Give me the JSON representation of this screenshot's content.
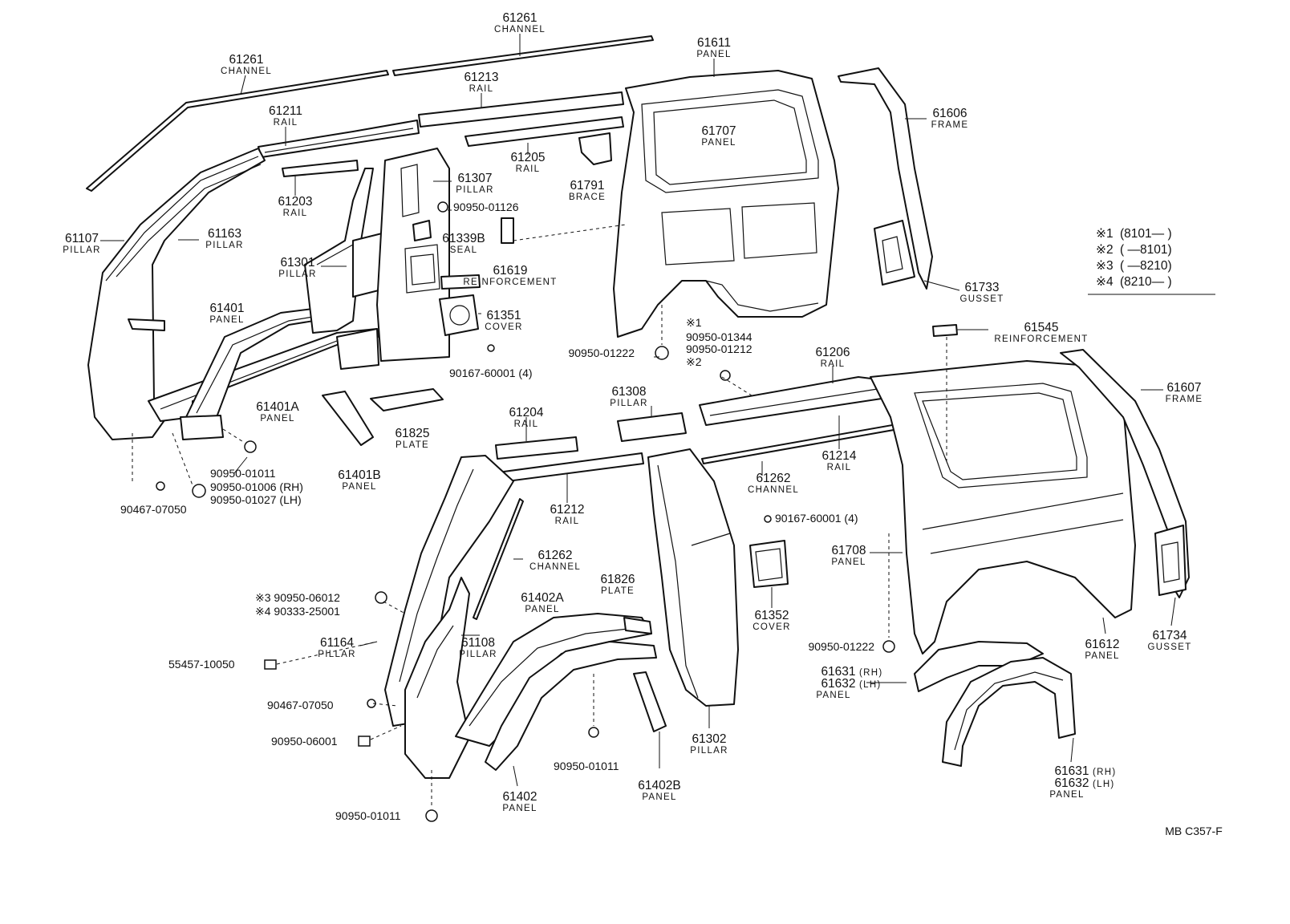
{
  "diagram": {
    "code": "MB  C357-F",
    "legend": [
      {
        "mark": "※1",
        "value": "(8101—        )"
      },
      {
        "mark": "※2",
        "value": "(        —8101)"
      },
      {
        "mark": "※3",
        "value": "(        —8210)"
      },
      {
        "mark": "※4",
        "value": "(8210—        )"
      }
    ],
    "parts": [
      {
        "id": "p61261a",
        "num": "61261",
        "name": "CHANNEL"
      },
      {
        "id": "p61261b",
        "num": "61261",
        "name": "CHANNEL"
      },
      {
        "id": "p61611",
        "num": "61611",
        "name": "PANEL"
      },
      {
        "id": "p61213",
        "num": "61213",
        "name": "RAIL"
      },
      {
        "id": "p61211",
        "num": "61211",
        "name": "RAIL"
      },
      {
        "id": "p61606",
        "num": "61606",
        "name": "FRAME"
      },
      {
        "id": "p61707",
        "num": "61707",
        "name": "PANEL"
      },
      {
        "id": "p61205",
        "num": "61205",
        "name": "RAIL"
      },
      {
        "id": "p61307",
        "num": "61307",
        "name": "PILLAR"
      },
      {
        "id": "p61791",
        "num": "61791",
        "name": "BRACE"
      },
      {
        "id": "p61203",
        "num": "61203",
        "name": "RAIL"
      },
      {
        "id": "p61107",
        "num": "61107",
        "name": "PILLAR"
      },
      {
        "id": "p61163",
        "num": "61163",
        "name": "PILLAR"
      },
      {
        "id": "p61339B",
        "num": "61339B",
        "name": "SEAL"
      },
      {
        "id": "p61301",
        "num": "61301",
        "name": "PILLAR"
      },
      {
        "id": "p61619",
        "num": "61619",
        "name": "REINFORCEMENT"
      },
      {
        "id": "p61733",
        "num": "61733",
        "name": "GUSSET"
      },
      {
        "id": "p61401",
        "num": "61401",
        "name": "PANEL"
      },
      {
        "id": "p61351",
        "num": "61351",
        "name": "COVER"
      },
      {
        "id": "p61545",
        "num": "61545",
        "name": "REINFORCEMENT"
      },
      {
        "id": "p61206",
        "num": "61206",
        "name": "RAIL"
      },
      {
        "id": "p61401A",
        "num": "61401A",
        "name": "PANEL"
      },
      {
        "id": "p61607",
        "num": "61607",
        "name": "FRAME"
      },
      {
        "id": "p61308",
        "num": "61308",
        "name": "PILLAR"
      },
      {
        "id": "p61204",
        "num": "61204",
        "name": "RAIL"
      },
      {
        "id": "p61825",
        "num": "61825",
        "name": "PLATE"
      },
      {
        "id": "p61214",
        "num": "61214",
        "name": "RAIL"
      },
      {
        "id": "p61401B",
        "num": "61401B",
        "name": "PANEL"
      },
      {
        "id": "p61262a",
        "num": "61262",
        "name": "CHANNEL"
      },
      {
        "id": "p61212",
        "num": "61212",
        "name": "RAIL"
      },
      {
        "id": "p61708",
        "num": "61708",
        "name": "PANEL"
      },
      {
        "id": "p61262b",
        "num": "61262",
        "name": "CHANNEL"
      },
      {
        "id": "p61826",
        "num": "61826",
        "name": "PLATE"
      },
      {
        "id": "p61402A",
        "num": "61402A",
        "name": "PANEL"
      },
      {
        "id": "p61352",
        "num": "61352",
        "name": "COVER"
      },
      {
        "id": "p61734",
        "num": "61734",
        "name": "GUSSET"
      },
      {
        "id": "p61164",
        "num": "61164",
        "name": "PILLAR"
      },
      {
        "id": "p61108",
        "num": "61108",
        "name": "PILLAR"
      },
      {
        "id": "p61612",
        "num": "61612",
        "name": "PANEL"
      },
      {
        "id": "p61302",
        "num": "61302",
        "name": "PILLAR"
      },
      {
        "id": "p61402B",
        "num": "61402B",
        "name": "PANEL"
      },
      {
        "id": "p61402",
        "num": "61402",
        "name": "PANEL"
      }
    ],
    "paired_parts": [
      {
        "id": "p61631a",
        "num1": "61631",
        "tag1": "(RH)",
        "num2": "61632",
        "tag2": "(LH)",
        "name": "PANEL"
      },
      {
        "id": "p61631b",
        "num1": "61631",
        "tag1": "(RH)",
        "num2": "61632",
        "tag2": "(LH)",
        "name": "PANEL"
      }
    ],
    "fasteners": [
      {
        "id": "f1",
        "text": "90950-01126"
      },
      {
        "id": "f2",
        "text": "90950-01222"
      },
      {
        "id": "f3",
        "text": "90167-60001 (4)"
      },
      {
        "id": "f4",
        "text": "※1"
      },
      {
        "id": "f5",
        "text": "90950-01344"
      },
      {
        "id": "f6",
        "text": "90950-01212"
      },
      {
        "id": "f7",
        "text": "※2"
      },
      {
        "id": "f8",
        "text": "90950-01011"
      },
      {
        "id": "f9",
        "text": "90950-01006 (RH)"
      },
      {
        "id": "f10",
        "text": "90950-01027 (LH)"
      },
      {
        "id": "f11",
        "text": "90467-07050"
      },
      {
        "id": "f12",
        "text": "90167-60001 (4)"
      },
      {
        "id": "f13",
        "text": "※3 90950-06012"
      },
      {
        "id": "f14",
        "text": "※4 90333-25001"
      },
      {
        "id": "f15",
        "text": "55457-10050"
      },
      {
        "id": "f16",
        "text": "90467-07050"
      },
      {
        "id": "f17",
        "text": "90950-06001"
      },
      {
        "id": "f18",
        "text": "90950-01011"
      },
      {
        "id": "f19",
        "text": "90950-01222"
      },
      {
        "id": "f20",
        "text": "90950-01011"
      }
    ]
  }
}
